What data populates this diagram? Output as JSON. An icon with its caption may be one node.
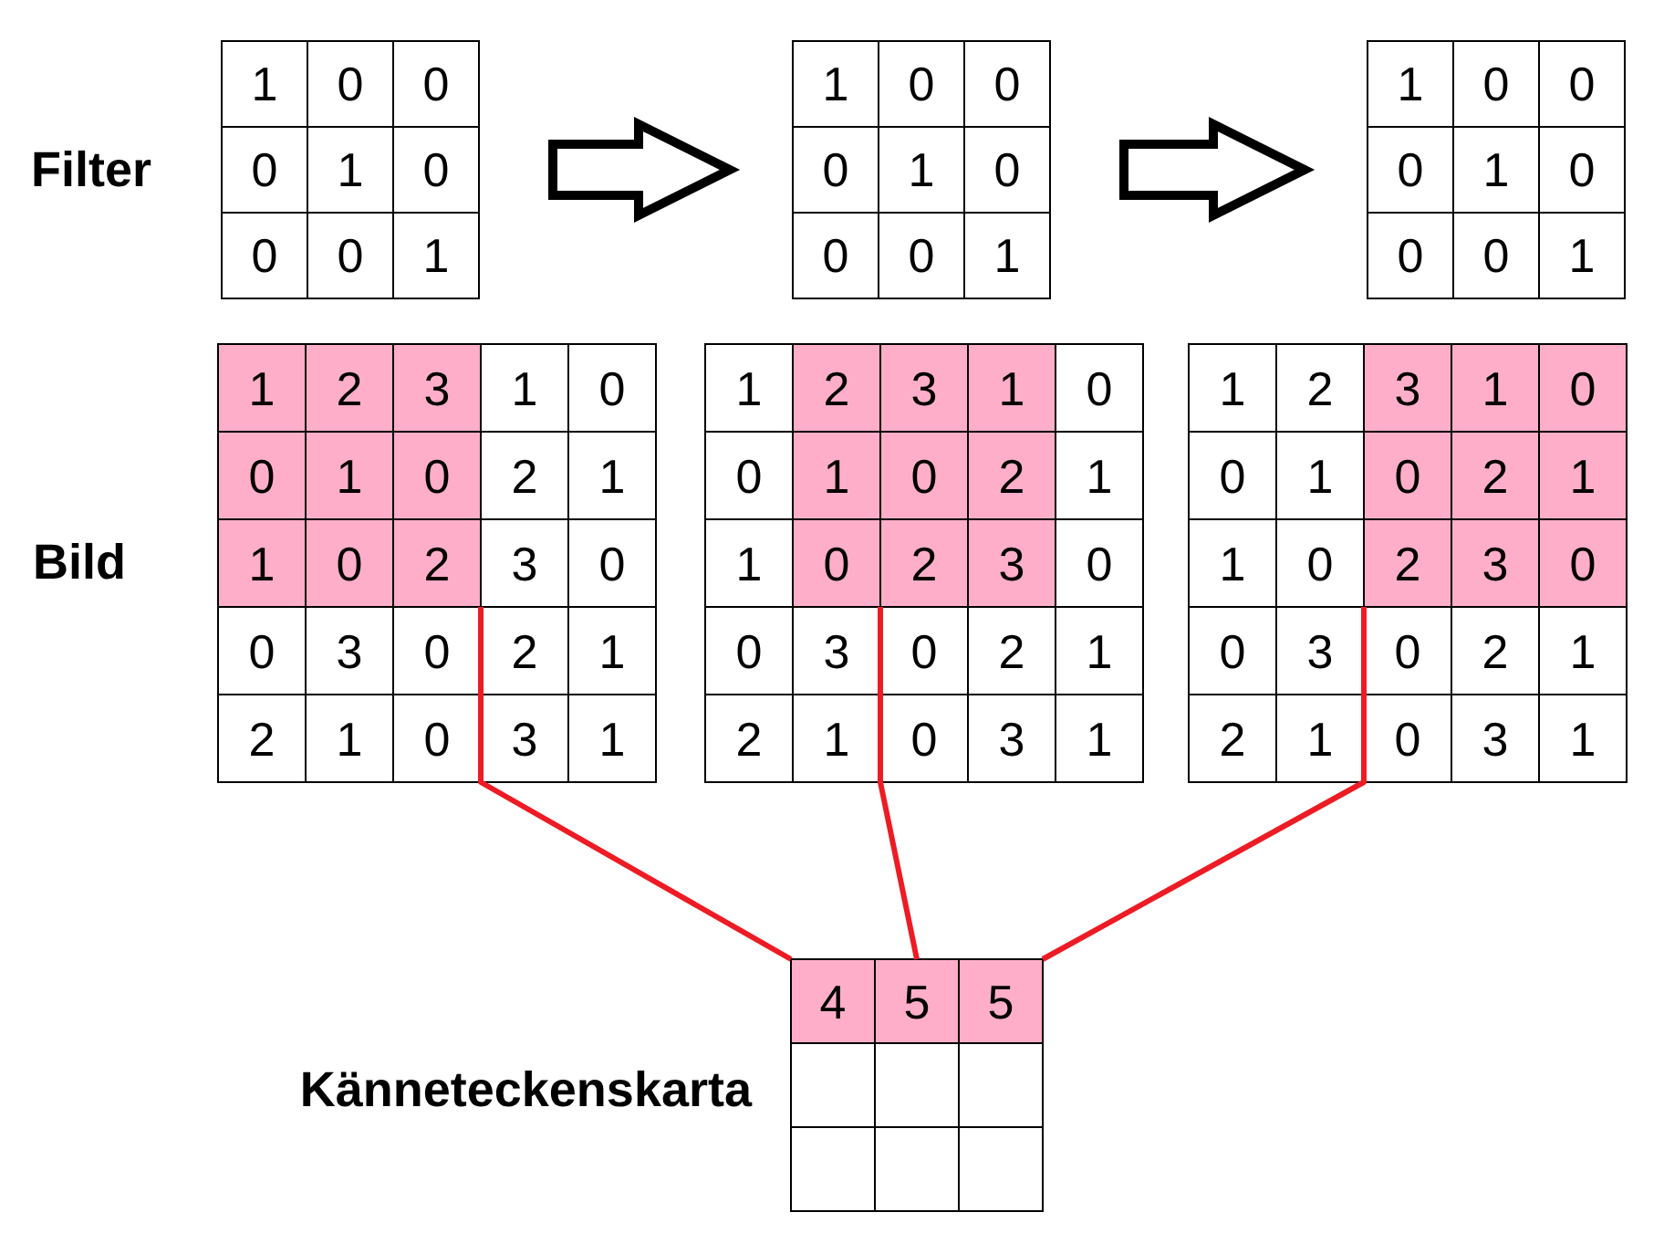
{
  "diagram": {
    "nodes": [
      {
        "text": [],
        "shape": "box"
      },
      {
        "text": [
          "1"
        ],
        "in": 0
      },
      {
        "text": [
          "0"
        ],
        "in": 0
      },
      {
        "text": [
          "0"
        ],
        "in": 0
      },
      {
        "text": [
          "0"
        ],
        "in": 0
      },
      {
        "text": [
          "1"
        ],
        "in": 0
      },
      {
        "text": [
          "0"
        ],
        "in": 0
      },
      {
        "text": [
          "0"
        ],
        "in": 0
      },
      {
        "text": [
          "0"
        ],
        "in": 0
      },
      {
        "text": [
          "1"
        ],
        "in": 0
      },
      {
        "text": [],
        "shape": "box"
      },
      {
        "text": [
          "1"
        ],
        "in": 10
      },
      {
        "text": [
          "0"
        ],
        "in": 10
      },
      {
        "text": [
          "0"
        ],
        "in": 10
      },
      {
        "text": [
          "0"
        ],
        "in": 10
      },
      {
        "text": [
          "1"
        ],
        "in": 10
      },
      {
        "text": [
          "0"
        ],
        "in": 10
      },
      {
        "text": [
          "0"
        ],
        "in": 10
      },
      {
        "text": [
          "0"
        ],
        "in": 10
      },
      {
        "text": [
          "1"
        ],
        "in": 10
      },
      {
        "text": [],
        "shape": "box"
      },
      {
        "text": [
          "1"
        ],
        "in": 20
      },
      {
        "text": [
          "0"
        ],
        "in": 20
      },
      {
        "text": [
          "0"
        ],
        "in": 20
      },
      {
        "text": [
          "0"
        ],
        "in": 20
      },
      {
        "text": [
          "1"
        ],
        "in": 20
      },
      {
        "text": [
          "0"
        ],
        "in": 20
      },
      {
        "text": [
          "0"
        ],
        "in": 20
      },
      {
        "text": [
          "0"
        ],
        "in": 20
      },
      {
        "text": [
          "1"
        ],
        "in": 20
      },
      {
        "text": [],
        "shape": "box"
      },
      {
        "text": [
          "1"
        ],
        "in": 30
      },
      {
        "text": [
          "2"
        ],
        "in": 30
      },
      {
        "text": [
          "3"
        ],
        "in": 30
      },
      {
        "text": [
          "1"
        ],
        "in": 30
      },
      {
        "text": [
          "0"
        ],
        "in": 30
      },
      {
        "text": [
          "0"
        ],
        "in": 30
      },
      {
        "text": [
          "1"
        ],
        "in": 30
      },
      {
        "text": [
          "0"
        ],
        "in": 30
      },
      {
        "text": [
          "2"
        ],
        "in": 30
      },
      {
        "text": [
          "1"
        ],
        "in": 30
      },
      {
        "text": [
          "1"
        ],
        "in": 30
      },
      {
        "text": [
          "0"
        ],
        "in": 30
      },
      {
        "text": [
          "2"
        ],
        "in": 30
      },
      {
        "text": [
          "3"
        ],
        "in": 30
      },
      {
        "text": [
          "0"
        ],
        "in": 30
      },
      {
        "text": [
          "0"
        ],
        "in": 30
      },
      {
        "text": [
          "3"
        ],
        "in": 30
      },
      {
        "text": [
          "0"
        ],
        "in": 30
      },
      {
        "text": [
          "2"
        ],
        "in": 30
      },
      {
        "text": [
          "1"
        ],
        "in": 30
      },
      {
        "text": [
          "2"
        ],
        "in": 30
      },
      {
        "text": [
          "1"
        ],
        "in": 30
      },
      {
        "text": [
          "0"
        ],
        "in": 30
      },
      {
        "text": [
          "3"
        ],
        "in": 30
      },
      {
        "text": [
          "1"
        ],
        "in": 30
      },
      {
        "text": [],
        "shape": "box"
      },
      {
        "text": [
          "1"
        ],
        "in": 56
      },
      {
        "text": [
          "2"
        ],
        "in": 56
      },
      {
        "text": [
          "3"
        ],
        "in": 56
      },
      {
        "text": [
          "1"
        ],
        "in": 56
      },
      {
        "text": [
          "0"
        ],
        "in": 56
      },
      {
        "text": [
          "0"
        ],
        "in": 56
      },
      {
        "text": [
          "1"
        ],
        "in": 56
      },
      {
        "text": [
          "0"
        ],
        "in": 56
      },
      {
        "text": [
          "2"
        ],
        "in": 56
      },
      {
        "text": [
          "1"
        ],
        "in": 56
      },
      {
        "text": [
          "1"
        ],
        "in": 56
      },
      {
        "text": [
          "0"
        ],
        "in": 56
      },
      {
        "text": [
          "2"
        ],
        "in": 56
      },
      {
        "text": [
          "3"
        ],
        "in": 56
      },
      {
        "text": [
          "0"
        ],
        "in": 56
      },
      {
        "text": [
          "0"
        ],
        "in": 56
      },
      {
        "text": [
          "3"
        ],
        "in": 56
      },
      {
        "text": [
          "0"
        ],
        "in": 56
      },
      {
        "text": [
          "2"
        ],
        "in": 56
      },
      {
        "text": [
          "1"
        ],
        "in": 56
      },
      {
        "text": [
          "2"
        ],
        "in": 56
      },
      {
        "text": [
          "1"
        ],
        "in": 56
      },
      {
        "text": [
          "0"
        ],
        "in": 56
      },
      {
        "text": [
          "3"
        ],
        "in": 56
      },
      {
        "text": [
          "1"
        ],
        "in": 56
      },
      {
        "text": [],
        "shape": "box"
      },
      {
        "text": [
          "1"
        ],
        "in": 82
      },
      {
        "text": [
          "2"
        ],
        "in": 82
      },
      {
        "text": [
          "3"
        ],
        "in": 82
      },
      {
        "text": [
          "1"
        ],
        "in": 82
      },
      {
        "text": [
          "0"
        ],
        "in": 82
      },
      {
        "text": [
          "0"
        ],
        "in": 82
      },
      {
        "text": [
          "1"
        ],
        "in": 82
      },
      {
        "text": [
          "0"
        ],
        "in": 82
      },
      {
        "text": [
          "2"
        ],
        "in": 82
      },
      {
        "text": [
          "1"
        ],
        "in": 82
      },
      {
        "text": [
          "1"
        ],
        "in": 82
      },
      {
        "text": [
          "0"
        ],
        "in": 82
      },
      {
        "text": [
          "2"
        ],
        "in": 82
      },
      {
        "text": [
          "3"
        ],
        "in": 82
      },
      {
        "text": [
          "0"
        ],
        "in": 82
      },
      {
        "text": [
          "0"
        ],
        "in": 82
      },
      {
        "text": [
          "3"
        ],
        "in": 82
      },
      {
        "text": [
          "0"
        ],
        "in": 82
      },
      {
        "text": [
          "2"
        ],
        "in": 82
      },
      {
        "text": [
          "1"
        ],
        "in": 82
      },
      {
        "text": [
          "2"
        ],
        "in": 82
      },
      {
        "text": [
          "1"
        ],
        "in": 82
      },
      {
        "text": [
          "0"
        ],
        "in": 82
      },
      {
        "text": [
          "3"
        ],
        "in": 82
      },
      {
        "text": [
          "1"
        ],
        "in": 82
      },
      {
        "text": [],
        "shape": "box"
      },
      {
        "text": [
          "4"
        ],
        "in": 108
      },
      {
        "text": [
          "5"
        ],
        "in": 108
      },
      {
        "text": [
          "5"
        ],
        "in": 108
      },
      {
        "text": [],
        "shape": "box",
        "in": 108
      },
      {
        "text": [],
        "shape": "box",
        "in": 108
      },
      {
        "text": [],
        "shape": "box",
        "in": 108
      },
      {
        "text": [],
        "shape": "box",
        "in": 108
      },
      {
        "text": [],
        "shape": "box",
        "in": 108
      },
      {
        "text": [],
        "shape": "box",
        "in": 108
      }
    ],
    "edges": [
      {
        "from": 0,
        "to": 10,
        "arrow": "to"
      },
      {
        "from": 10,
        "to": 20,
        "arrow": "to"
      },
      {
        "from": 43,
        "to": 109,
        "arrow": "none",
        "color": "#ed1c24"
      },
      {
        "from": 69,
        "to": 110,
        "arrow": "none",
        "color": "#ed1c24"
      },
      {
        "from": 95,
        "to": 111,
        "arrow": "none",
        "color": "#ed1c24"
      }
    ],
    "labels": [
      "Filter",
      "Bild",
      "Känneteckenskarta"
    ]
  }
}
